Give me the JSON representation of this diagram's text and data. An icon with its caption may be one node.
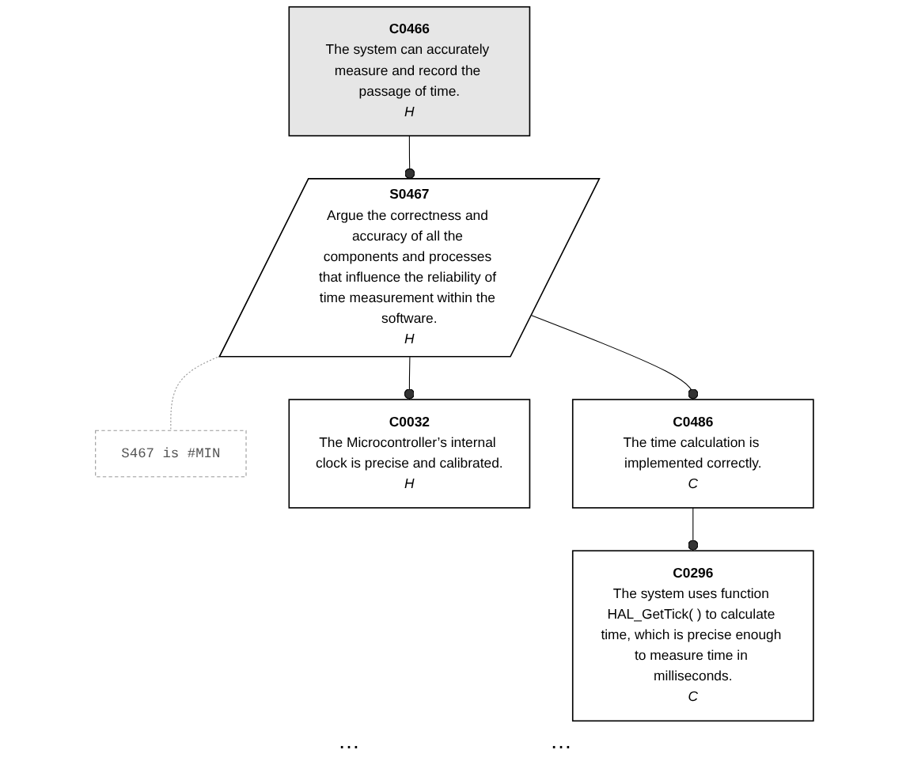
{
  "diagram": {
    "nodes": [
      {
        "text": [
          "C0466",
          "The system can accurately measure and record the passage of time.",
          "H"
        ]
      },
      {
        "text": [
          "S0467",
          "Argue the correctness and accuracy of all the components and processes that influence the reliability of time measurement within the software.",
          "H"
        ]
      },
      {
        "text": [
          "S467 is #MIN"
        ]
      },
      {
        "text": [
          "C0032",
          "The Microcontroller’s internal clock is precise and calibrated.",
          "H"
        ]
      },
      {
        "text": [
          "C0486",
          "The time calculation is implemented correctly.",
          "C"
        ]
      },
      {
        "text": [
          "C0296",
          "The system uses function HAL_GetTick( ) to calculate time, which is precise enough to measure time in milliseconds.",
          "C"
        ]
      }
    ],
    "edges": [
      {
        "from": 0,
        "to": 1,
        "arrow": "other"
      },
      {
        "from": 1,
        "to": 2,
        "arrow": "none",
        "style": "dashed",
        "color": "#999999"
      },
      {
        "from": 1,
        "to": 3,
        "arrow": "other"
      },
      {
        "from": 1,
        "to": 4,
        "arrow": "other"
      },
      {
        "from": 4,
        "to": 5,
        "arrow": "other"
      }
    ],
    "labels": [
      "…",
      "…"
    ]
  }
}
